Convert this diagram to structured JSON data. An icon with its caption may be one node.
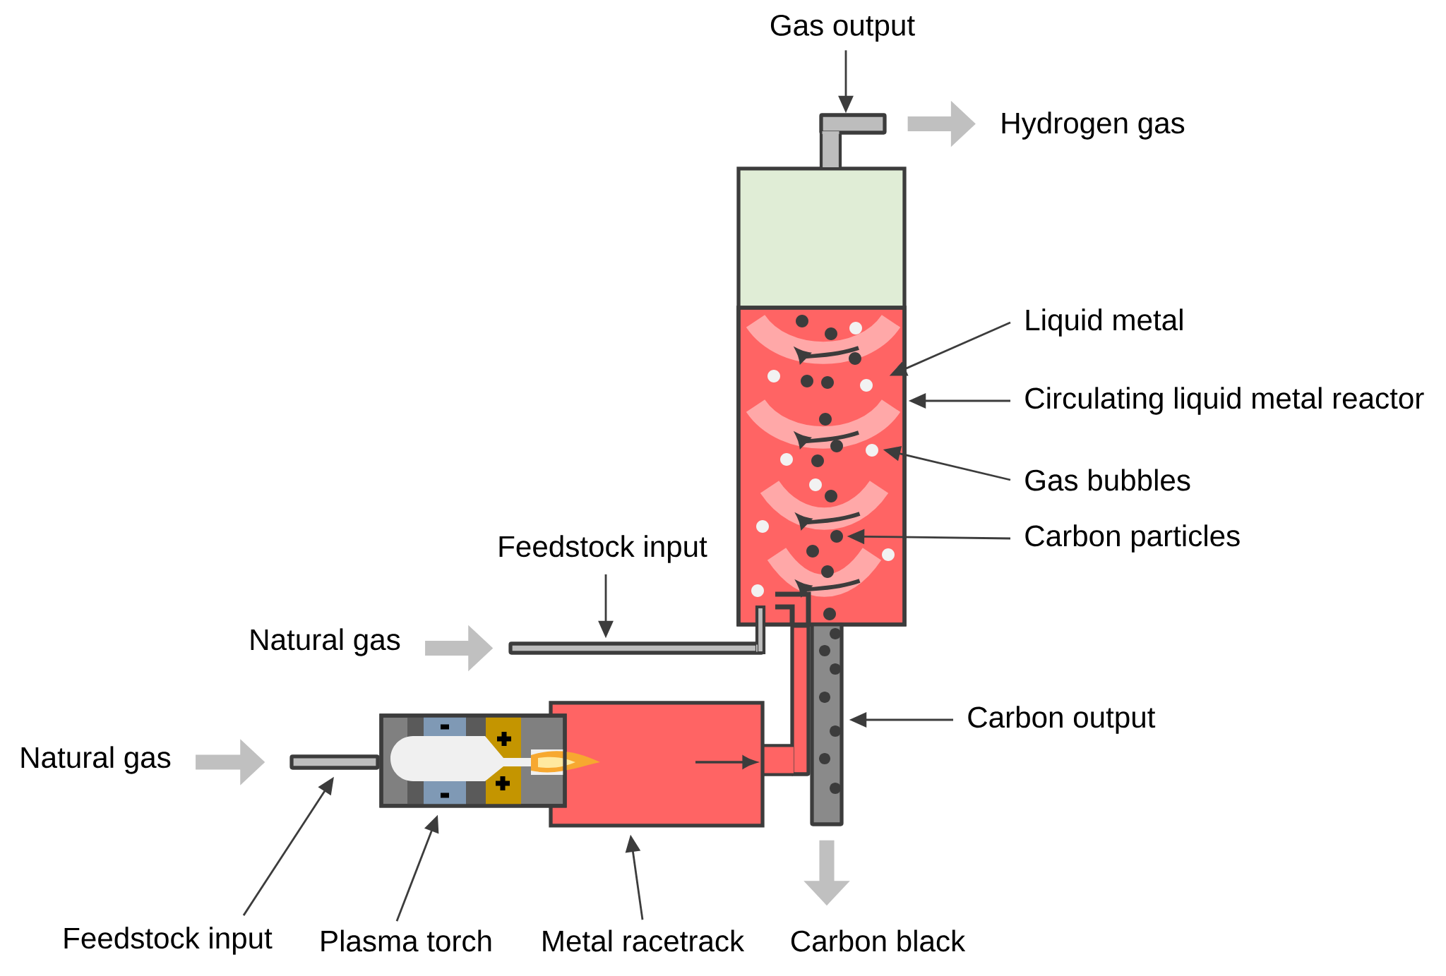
{
  "diagram": {
    "nodes": [
      {
        "text": [
          "Gas output"
        ]
      },
      {
        "text": [],
        "shape": "bar"
      },
      {
        "text": [
          "Hydrogen gas"
        ]
      },
      {
        "text": [],
        "shape": "box"
      },
      {
        "text": [
          "Liquid metal"
        ]
      },
      {
        "text": [
          "Circulating liquid metal reactor"
        ]
      },
      {
        "text": [
          "Gas bubbles"
        ]
      },
      {
        "text": [
          "Carbon particles"
        ]
      },
      {
        "text": [
          "Feedstock input"
        ]
      },
      {
        "text": [
          "Natural gas"
        ]
      },
      {
        "text": [],
        "shape": "bar"
      },
      {
        "text": [
          "Natural gas"
        ]
      },
      {
        "text": [],
        "shape": "bar"
      },
      {
        "text": [],
        "shape": "box"
      },
      {
        "text": [],
        "shape": "box"
      },
      {
        "text": [],
        "shape": "bar"
      },
      {
        "text": [
          "Carbon output"
        ]
      },
      {
        "text": [
          "Carbon black"
        ]
      },
      {
        "text": [
          "Feedstock input"
        ]
      },
      {
        "text": [
          "Plasma torch"
        ]
      },
      {
        "text": [
          "Metal racetrack"
        ]
      },
      {
        "text": [],
        "shape": "bar"
      },
      {
        "text": [],
        "shape": "box",
        "in": 3
      },
      {
        "text": [],
        "shape": "circle",
        "in": 22
      },
      {
        "text": [],
        "shape": "circle",
        "in": 22
      }
    ],
    "edges": [
      {
        "from": 0,
        "to": 1,
        "arrow": "to"
      },
      {
        "from": 1,
        "to": 2,
        "arrow": "to",
        "style": "thick",
        "color": "#c0c0c0"
      },
      {
        "from": 4,
        "to": 22,
        "arrow": "to"
      },
      {
        "from": 5,
        "to": 3,
        "arrow": "to"
      },
      {
        "from": 6,
        "to": 23,
        "arrow": "to"
      },
      {
        "from": 7,
        "to": 24,
        "arrow": "to"
      },
      {
        "from": 8,
        "to": 10,
        "arrow": "to"
      },
      {
        "from": 9,
        "to": 10,
        "arrow": "to",
        "style": "thick",
        "color": "#c0c0c0"
      },
      {
        "from": 11,
        "to": 12,
        "arrow": "to",
        "style": "thick",
        "color": "#c0c0c0"
      },
      {
        "from": 18,
        "to": 12,
        "arrow": "to"
      },
      {
        "from": 19,
        "to": 13,
        "arrow": "to"
      },
      {
        "from": 20,
        "to": 14,
        "arrow": "to"
      },
      {
        "from": 16,
        "to": 15,
        "arrow": "to"
      },
      {
        "from": 15,
        "to": 17,
        "arrow": "to",
        "style": "thick",
        "color": "#c0c0c0"
      }
    ]
  }
}
